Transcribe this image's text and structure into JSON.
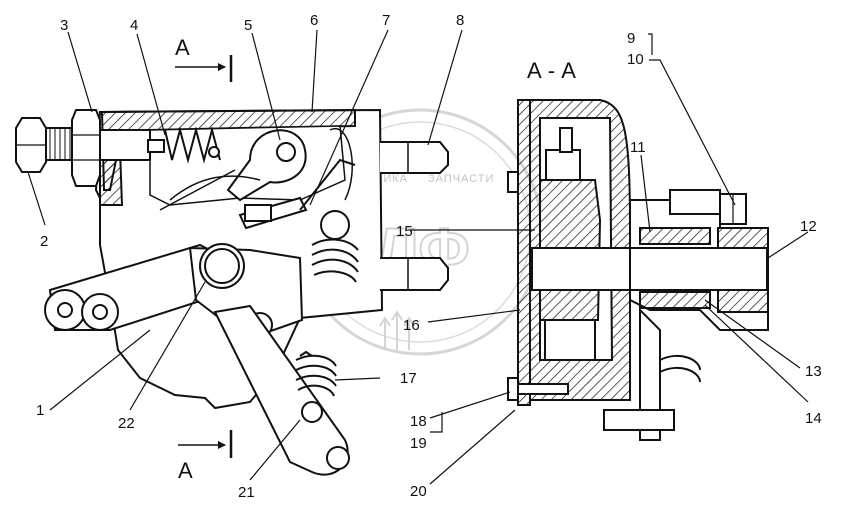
{
  "section_title": "А - А",
  "section_marks": {
    "top": "А",
    "bottom": "А"
  },
  "watermark": {
    "line1": "ТЕХНИКА",
    "line2": "ЗАПЧАСТИ",
    "logo": "ЭЛФ"
  },
  "callouts": {
    "c1": "1",
    "c2": "2",
    "c3": "3",
    "c4": "4",
    "c5": "5",
    "c6": "6",
    "c7": "7",
    "c8": "8",
    "c9": "9",
    "c10": "10",
    "c11": "11",
    "c12": "12",
    "c13": "13",
    "c14": "14",
    "c15": "15",
    "c16": "16",
    "c17": "17",
    "c18": "18",
    "c19": "19",
    "c20": "20",
    "c21": "21",
    "c22": "22"
  },
  "colors": {
    "ink": "#111111",
    "hatch": "#111111",
    "watermark": "#c8c8c8",
    "background": "#ffffff"
  }
}
